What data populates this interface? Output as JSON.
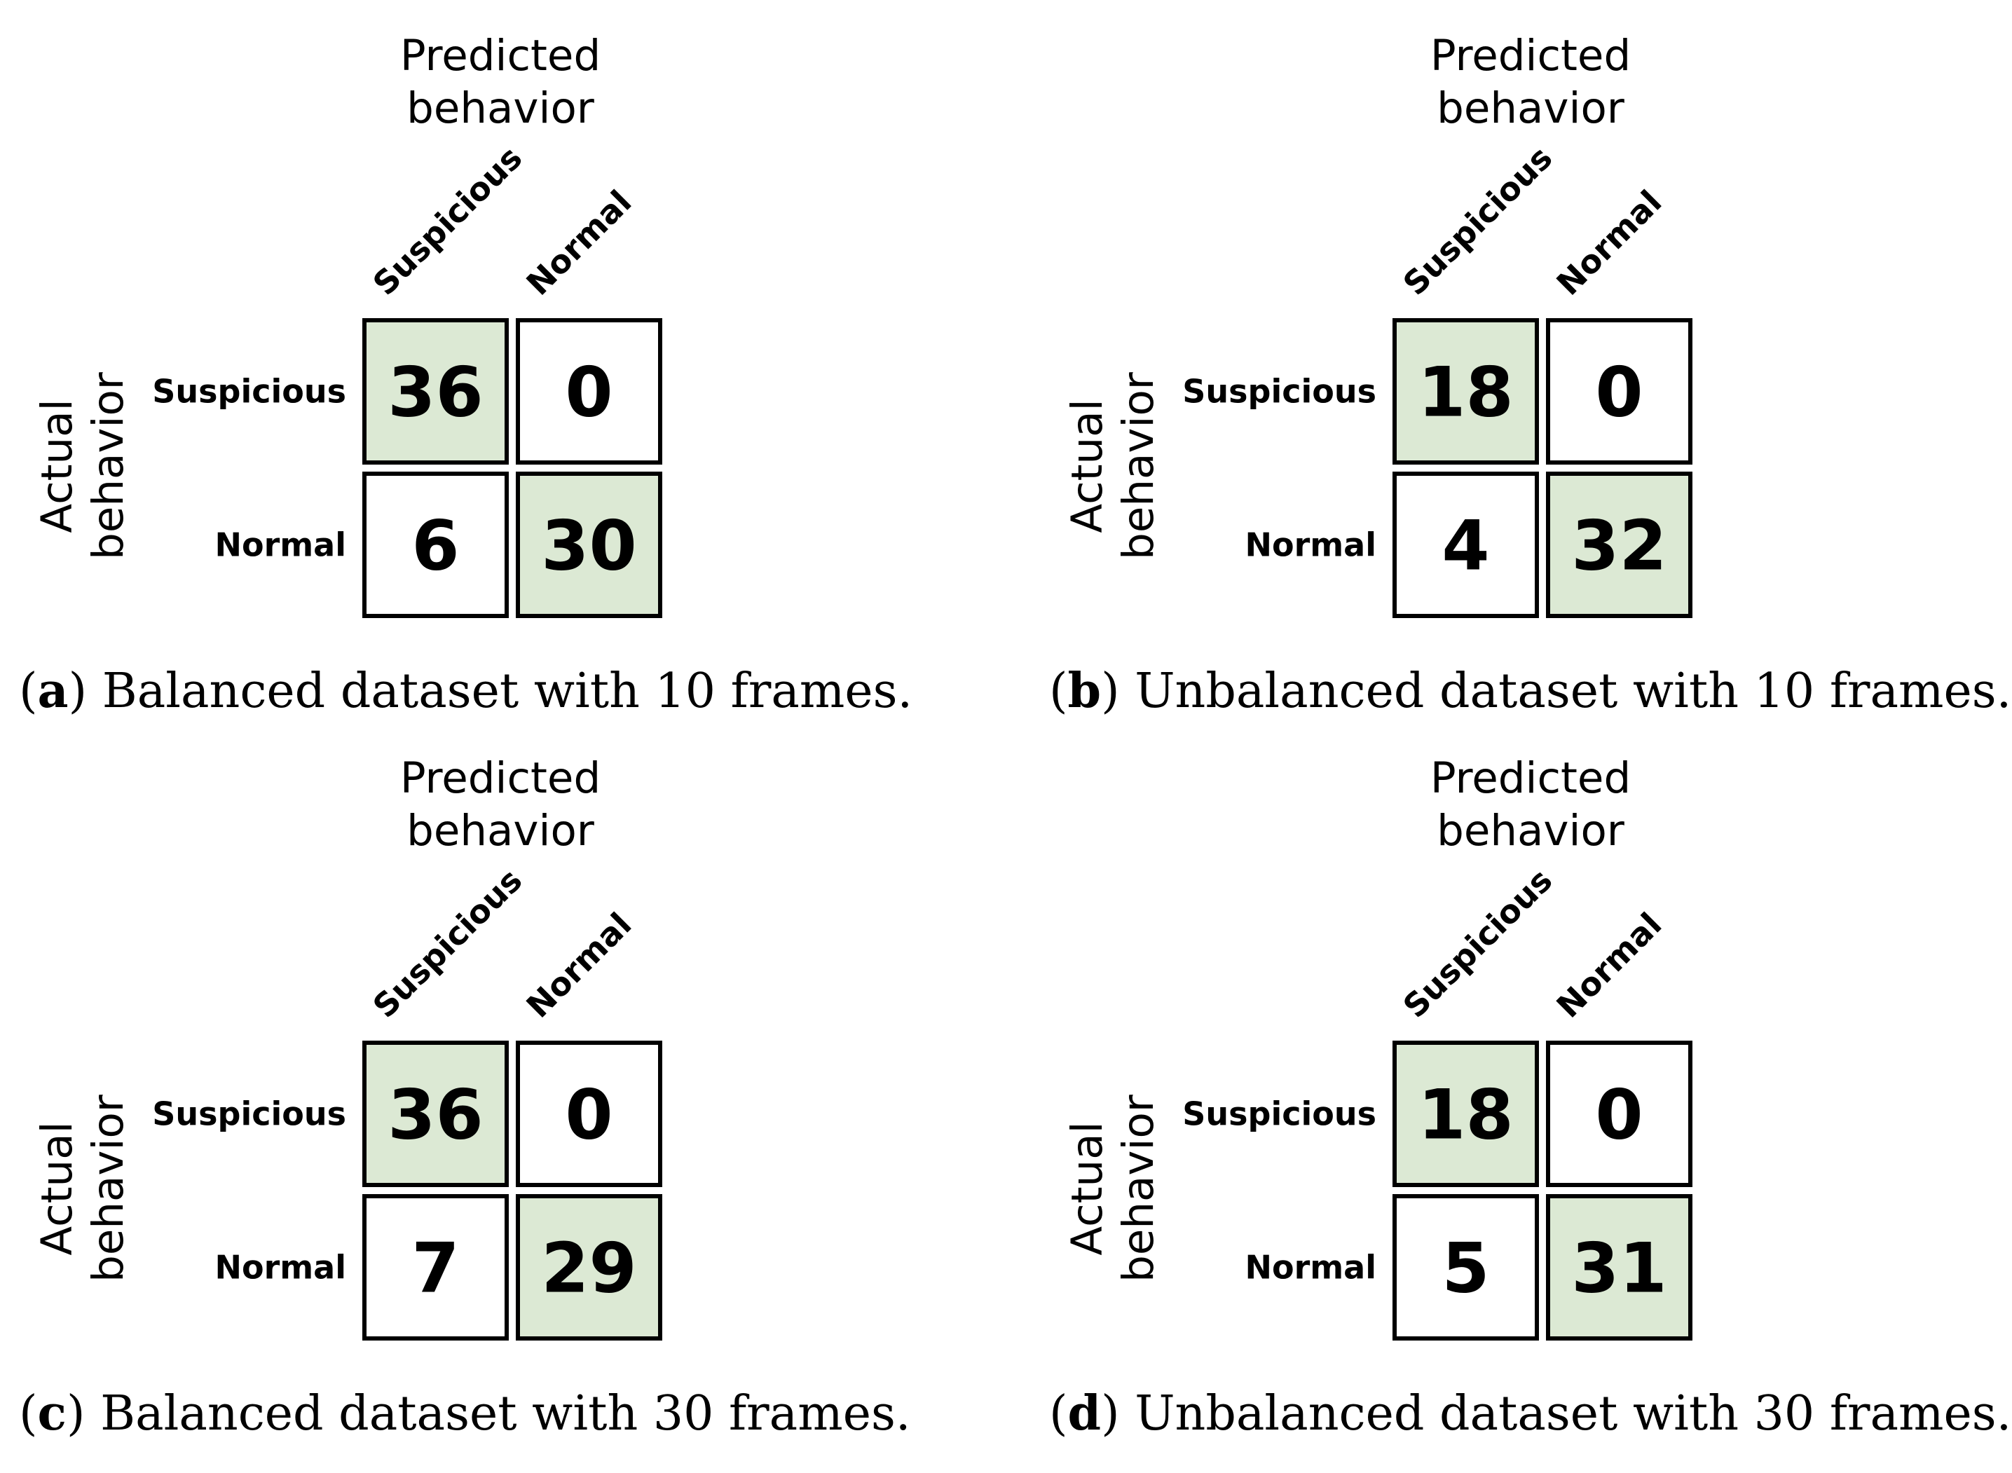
{
  "colors": {
    "diagonal_fill": "#dce9d4",
    "offdiag_fill": "#ffffff",
    "border": "#000000"
  },
  "chart_data": [
    {
      "type": "heatmap",
      "x_title": [
        "Predicted",
        "behavior"
      ],
      "y_title": [
        "Actual",
        "behavior"
      ],
      "columns": [
        "Suspicious",
        "Normal"
      ],
      "rows": [
        "Suspicious",
        "Normal"
      ],
      "values": [
        [
          36,
          0
        ],
        [
          6,
          30
        ]
      ],
      "caption_letter": "a",
      "caption_text": "Balanced dataset with 10 frames."
    },
    {
      "type": "heatmap",
      "x_title": [
        "Predicted",
        "behavior"
      ],
      "y_title": [
        "Actual",
        "behavior"
      ],
      "columns": [
        "Suspicious",
        "Normal"
      ],
      "rows": [
        "Suspicious",
        "Normal"
      ],
      "values": [
        [
          18,
          0
        ],
        [
          4,
          32
        ]
      ],
      "caption_letter": "b",
      "caption_text": "Unbalanced dataset with 10 frames."
    },
    {
      "type": "heatmap",
      "x_title": [
        "Predicted",
        "behavior"
      ],
      "y_title": [
        "Actual",
        "behavior"
      ],
      "columns": [
        "Suspicious",
        "Normal"
      ],
      "rows": [
        "Suspicious",
        "Normal"
      ],
      "values": [
        [
          36,
          0
        ],
        [
          7,
          29
        ]
      ],
      "caption_letter": "c",
      "caption_text": "Balanced dataset with 30 frames."
    },
    {
      "type": "heatmap",
      "x_title": [
        "Predicted",
        "behavior"
      ],
      "y_title": [
        "Actual",
        "behavior"
      ],
      "columns": [
        "Suspicious",
        "Normal"
      ],
      "rows": [
        "Suspicious",
        "Normal"
      ],
      "values": [
        [
          18,
          0
        ],
        [
          5,
          31
        ]
      ],
      "caption_letter": "d",
      "caption_text": "Unbalanced dataset with 30 frames."
    }
  ]
}
